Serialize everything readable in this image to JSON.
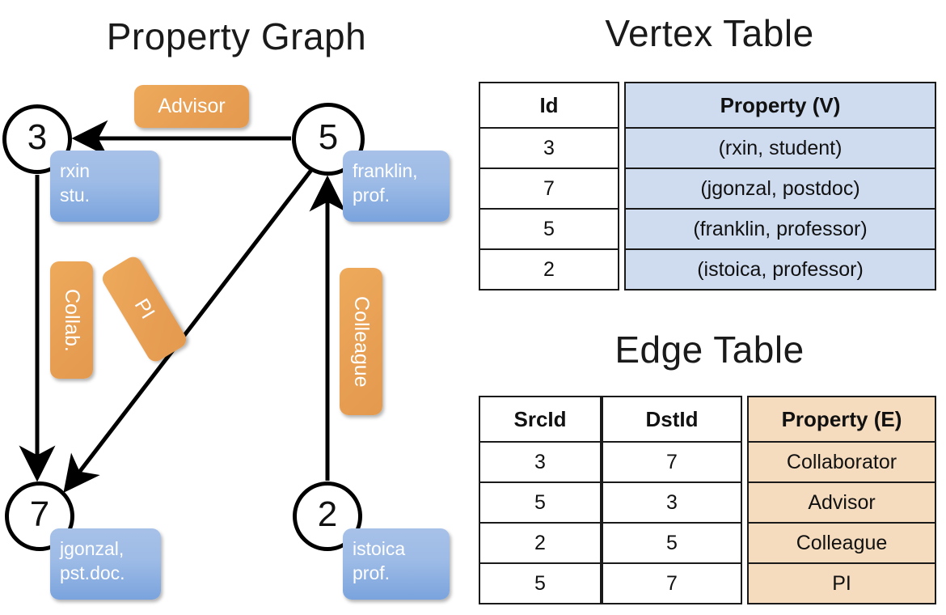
{
  "titles": {
    "property_graph": "Property Graph",
    "vertex_table": "Vertex Table",
    "edge_table": "Edge Table"
  },
  "colors": {
    "vertex_property_fill": "#cfdcf0",
    "edge_property_fill": "#f5dcbe",
    "node_property_box": "#9dbbe6",
    "edge_label_box": "#e8a055",
    "stroke": "#000000"
  },
  "graph": {
    "nodes": [
      {
        "id": "3",
        "property_line1": "rxin",
        "property_line2": "stu."
      },
      {
        "id": "5",
        "property_line1": "franklin,",
        "property_line2": "prof."
      },
      {
        "id": "7",
        "property_line1": "jgonzal,",
        "property_line2": "pst.doc."
      },
      {
        "id": "2",
        "property_line1": "istoica",
        "property_line2": "prof."
      }
    ],
    "edge_labels": [
      {
        "name": "advisor",
        "text": "Advisor"
      },
      {
        "name": "collab",
        "text": "Collab."
      },
      {
        "name": "pi",
        "text": "PI"
      },
      {
        "name": "colleague",
        "text": "Colleague"
      }
    ],
    "edges": [
      {
        "from": "5",
        "to": "3",
        "label": "Advisor"
      },
      {
        "from": "3",
        "to": "7",
        "label": "Collab."
      },
      {
        "from": "5",
        "to": "7",
        "label": "PI"
      },
      {
        "from": "2",
        "to": "5",
        "label": "Colleague"
      }
    ]
  },
  "vertex_table": {
    "headers": [
      "Id",
      "Property (V)"
    ],
    "rows": [
      {
        "id": "3",
        "property": "(rxin, student)"
      },
      {
        "id": "7",
        "property": "(jgonzal, postdoc)"
      },
      {
        "id": "5",
        "property": "(franklin, professor)"
      },
      {
        "id": "2",
        "property": "(istoica, professor)"
      }
    ]
  },
  "edge_table": {
    "headers": [
      "SrcId",
      "DstId",
      "Property (E)"
    ],
    "rows": [
      {
        "src": "3",
        "dst": "7",
        "property": "Collaborator"
      },
      {
        "src": "5",
        "dst": "3",
        "property": "Advisor"
      },
      {
        "src": "2",
        "dst": "5",
        "property": "Colleague"
      },
      {
        "src": "5",
        "dst": "7",
        "property": "PI"
      }
    ]
  }
}
